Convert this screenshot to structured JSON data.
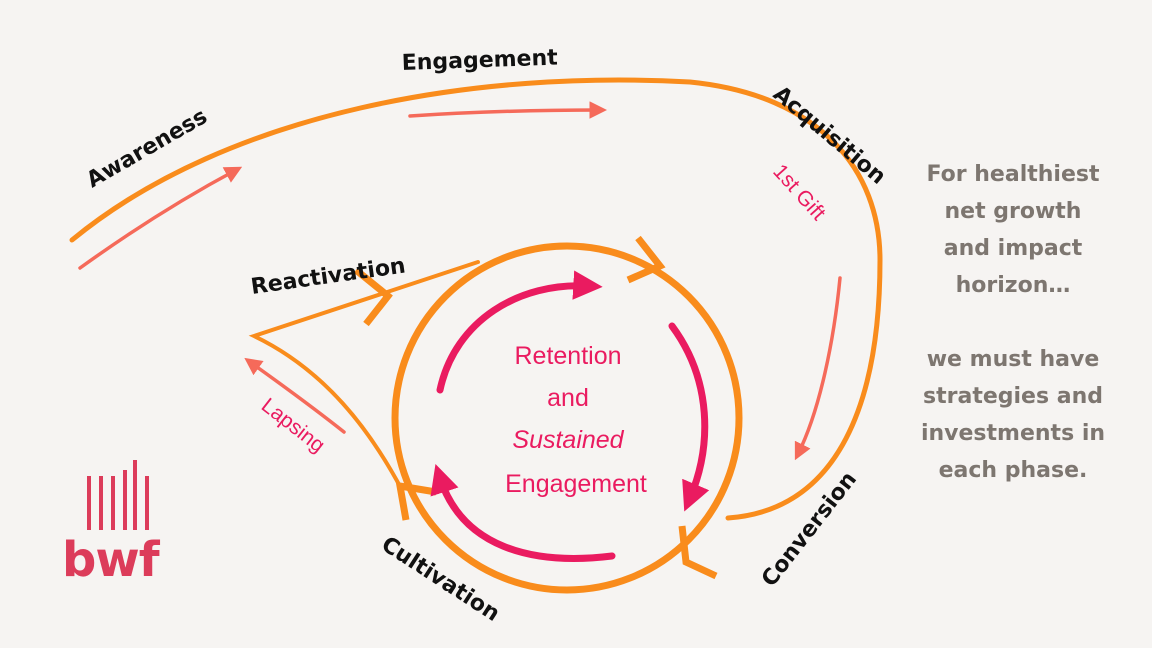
{
  "colors": {
    "orange": "#f98c1c",
    "salmon": "#f56a5a",
    "magenta": "#ea1b60",
    "stage_text": "#111111",
    "note_text": "#7d7670",
    "logo": "#dc3c5a",
    "background": "#f6f4f2"
  },
  "stages": {
    "awareness": "Awareness",
    "engagement": "Engagement",
    "acquisition": "Acquisition",
    "conversion": "Conversion",
    "cultivation": "Cultivation",
    "reactivation": "Reactivation"
  },
  "flow_labels": {
    "first_gift": "1st Gift",
    "lapsing": "Lapsing"
  },
  "center": {
    "line1": "Retention",
    "line2": "and",
    "line3": "Sustained",
    "line4": "Engagement"
  },
  "note": {
    "line1": "For healthiest",
    "line2": "net growth",
    "line3": "and impact",
    "line4": "horizon…",
    "line5": "we must have",
    "line6": "strategies and",
    "line7": "investments in",
    "line8": "each phase."
  },
  "logo": {
    "text": "bwf",
    "icon": "bwf-bars-icon"
  }
}
